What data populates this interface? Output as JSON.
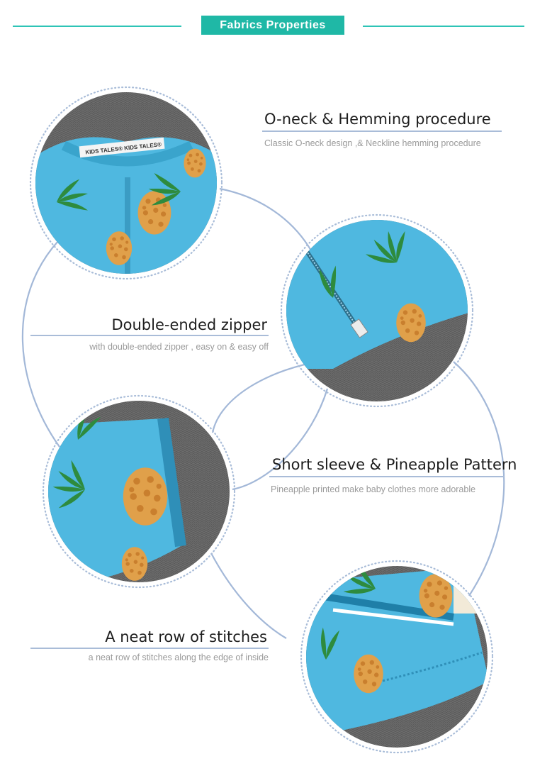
{
  "header": {
    "title": "Fabrics Properties",
    "accent_color": "#1fb8a6"
  },
  "features": [
    {
      "title": "O-neck & Hemming procedure",
      "subtitle": "Classic O-neck design ,& Neckline hemming procedure",
      "image_icon": "o-neck-collar-photo"
    },
    {
      "title": "Double-ended zipper",
      "subtitle": "with double-ended zipper , easy on & easy off",
      "image_icon": "zipper-closeup-photo"
    },
    {
      "title": "Short sleeve & Pineapple Pattern",
      "subtitle": "Pineapple printed  make baby clothes  more  adorable",
      "image_icon": "sleeve-pineapple-photo"
    },
    {
      "title": "A neat row of stitches",
      "subtitle": "a neat row of stitches along the edge of inside",
      "image_icon": "stitches-closeup-photo"
    }
  ],
  "collar_label": "KIDS TALES",
  "colors": {
    "fabric": "#4fb8e0",
    "leaf": "#2e8b3e",
    "pineapple": "#e0a04a",
    "background_knit": "#6b6b6b",
    "connector": "#a3b8d8",
    "dots": "#a8bcd8"
  }
}
